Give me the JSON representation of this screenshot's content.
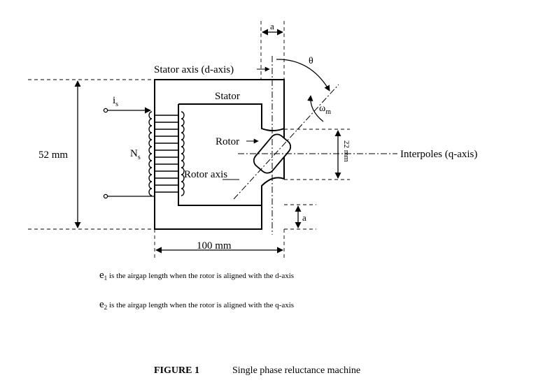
{
  "labels": {
    "stator_axis": "Stator axis (d-axis)",
    "stator": "Stator",
    "rotor": "Rotor",
    "rotor_axis": "Rotor axis",
    "interpoles": "Interpoles (q-axis)",
    "theta": "θ",
    "omega_sym": "ω",
    "omega_sub": "m",
    "current_sym": "i",
    "current_sub": "s",
    "turns_sym": "N",
    "turns_sub": "s",
    "height_dim": "52 mm",
    "width_dim": "100 mm",
    "gap_dim": "22 mm",
    "a_top": "a",
    "a_right": "a"
  },
  "notes": [
    {
      "sym": "e",
      "sub": "1",
      "text": " is the airgap length when the rotor is aligned with the d-axis"
    },
    {
      "sym": "e",
      "sub": "2",
      "text": " is the airgap length when the rotor is aligned with the q-axis"
    }
  ],
  "caption": {
    "figure": "FIGURE 1",
    "title": "Single phase reluctance machine"
  }
}
